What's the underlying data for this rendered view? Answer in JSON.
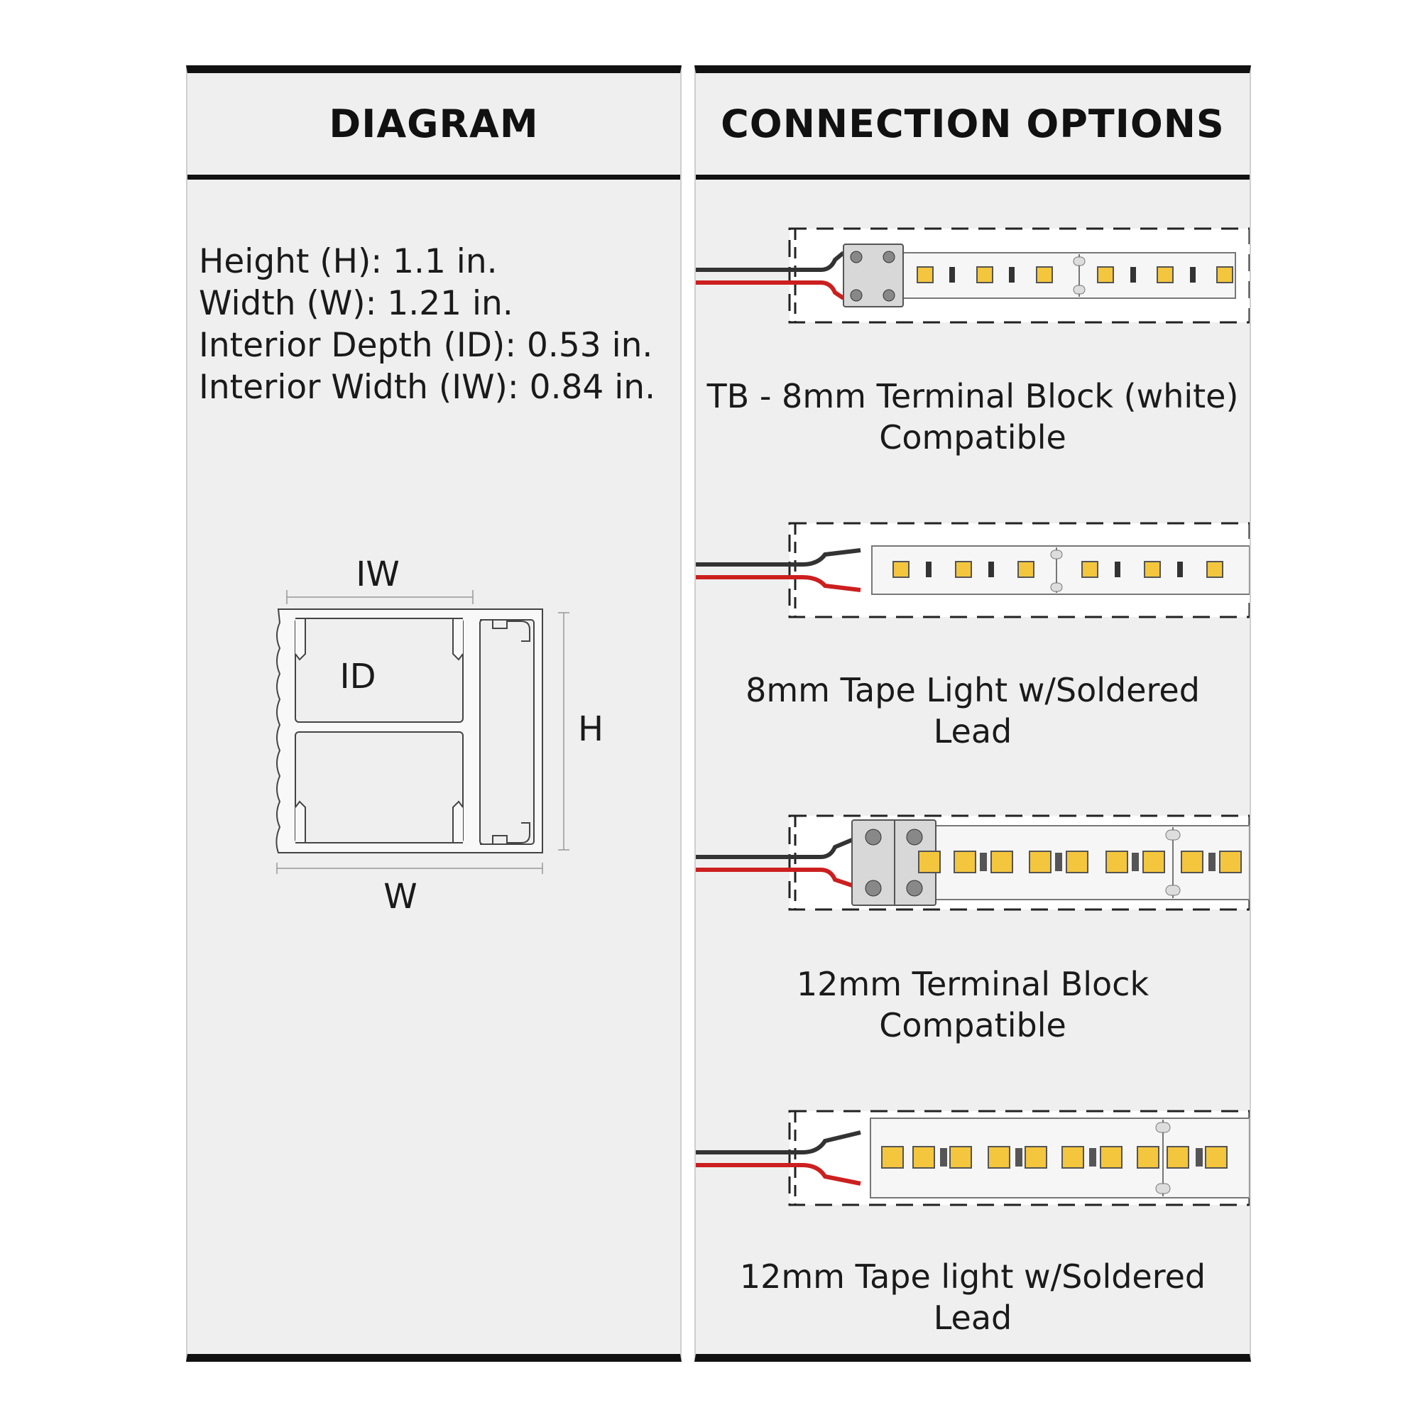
{
  "diagram": {
    "header": "DIAGRAM",
    "specs": [
      "Height (H): 1.1 in.",
      "Width (W): 1.21 in.",
      "Interior Depth (ID): 0.53 in.",
      "Interior Width (IW): 0.84 in."
    ],
    "labels": {
      "iw": "IW",
      "id": "ID",
      "h": "H",
      "w": "W"
    }
  },
  "connections": {
    "header": "CONNECTION OPTIONS",
    "options": [
      {
        "caption_line1": "TB - 8mm Terminal Block (white)",
        "caption_line2": "Compatible"
      },
      {
        "caption_line1": "8mm Tape Light w/Soldered",
        "caption_line2": "Lead"
      },
      {
        "caption_line1": "12mm Terminal Block",
        "caption_line2": "Compatible"
      },
      {
        "caption_line1": "12mm Tape light w/Soldered",
        "caption_line2": "Lead"
      }
    ]
  },
  "colors": {
    "wire_black": "#333333",
    "wire_red": "#cc1f1f",
    "led": "#f4c63d",
    "border": "#111111"
  }
}
